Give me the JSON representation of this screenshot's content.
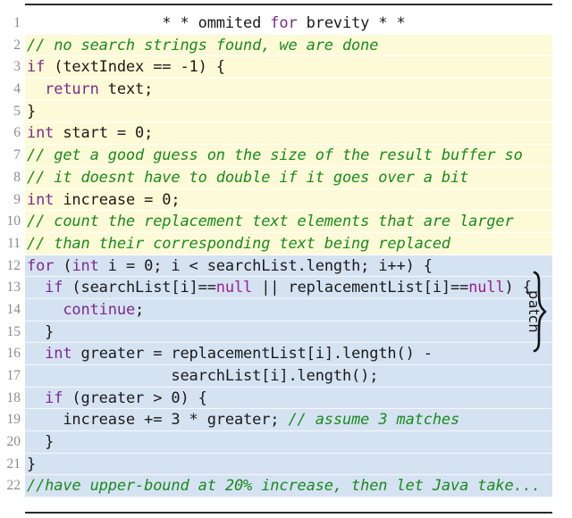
{
  "listing": {
    "language": "java",
    "top_rule": true,
    "bottom_rule": true,
    "colors": {
      "comment": "#1a8a1f",
      "keyword": "#7d2a8e",
      "literal": "#9b1f8c",
      "plain": "#1a1a1a",
      "gutter": "#8c8c8c",
      "highlight_yellow": "#fdfbd7",
      "highlight_blue": "#d5e2f2",
      "page": "#ffffff"
    },
    "annotation": {
      "label": "patch",
      "brace": "}",
      "covers_lines": [
        13,
        14,
        15
      ]
    },
    "lines": [
      {
        "num": "1",
        "highlight": "none",
        "text": "               * * ommited for brevity * *"
      },
      {
        "num": "2",
        "highlight": "yellow",
        "text": "// no search strings found, we are done"
      },
      {
        "num": "3",
        "highlight": "yellow",
        "text": "if (textIndex == -1) {"
      },
      {
        "num": "4",
        "highlight": "yellow",
        "text": "  return text;"
      },
      {
        "num": "5",
        "highlight": "yellow",
        "text": "}"
      },
      {
        "num": "6",
        "highlight": "yellow",
        "text": "int start = 0;"
      },
      {
        "num": "7",
        "highlight": "yellow",
        "text": "// get a good guess on the size of the result buffer so"
      },
      {
        "num": "8",
        "highlight": "yellow",
        "text": "// it doesnt have to double if it goes over a bit"
      },
      {
        "num": "9",
        "highlight": "yellow",
        "text": "int increase = 0;"
      },
      {
        "num": "10",
        "highlight": "yellow",
        "text": "// count the replacement text elements that are larger"
      },
      {
        "num": "11",
        "highlight": "yellow",
        "text": "// than their corresponding text being replaced"
      },
      {
        "num": "12",
        "highlight": "blue",
        "text": "for (int i = 0; i < searchList.length; i++) {"
      },
      {
        "num": "13",
        "highlight": "blue",
        "text": "  if (searchList[i]==null || replacementList[i]==null) {"
      },
      {
        "num": "14",
        "highlight": "blue",
        "text": "    continue;"
      },
      {
        "num": "15",
        "highlight": "blue",
        "text": "  }"
      },
      {
        "num": "16",
        "highlight": "blue",
        "text": "  int greater = replacementList[i].length() -"
      },
      {
        "num": "17",
        "highlight": "blue",
        "text": "                searchList[i].length();"
      },
      {
        "num": "18",
        "highlight": "blue",
        "text": "  if (greater > 0) {"
      },
      {
        "num": "19",
        "highlight": "blue",
        "text": "    increase += 3 * greater; // assume 3 matches"
      },
      {
        "num": "20",
        "highlight": "blue",
        "text": "  }"
      },
      {
        "num": "21",
        "highlight": "blue",
        "text": "}"
      },
      {
        "num": "22",
        "highlight": "blue",
        "text": "//have upper-bound at 20% increase, then let Java take..."
      }
    ],
    "tokens": {
      "keywords": [
        "if",
        "return",
        "int",
        "for",
        "continue"
      ],
      "literals": [
        "null"
      ],
      "comment_prefix": "//"
    }
  }
}
